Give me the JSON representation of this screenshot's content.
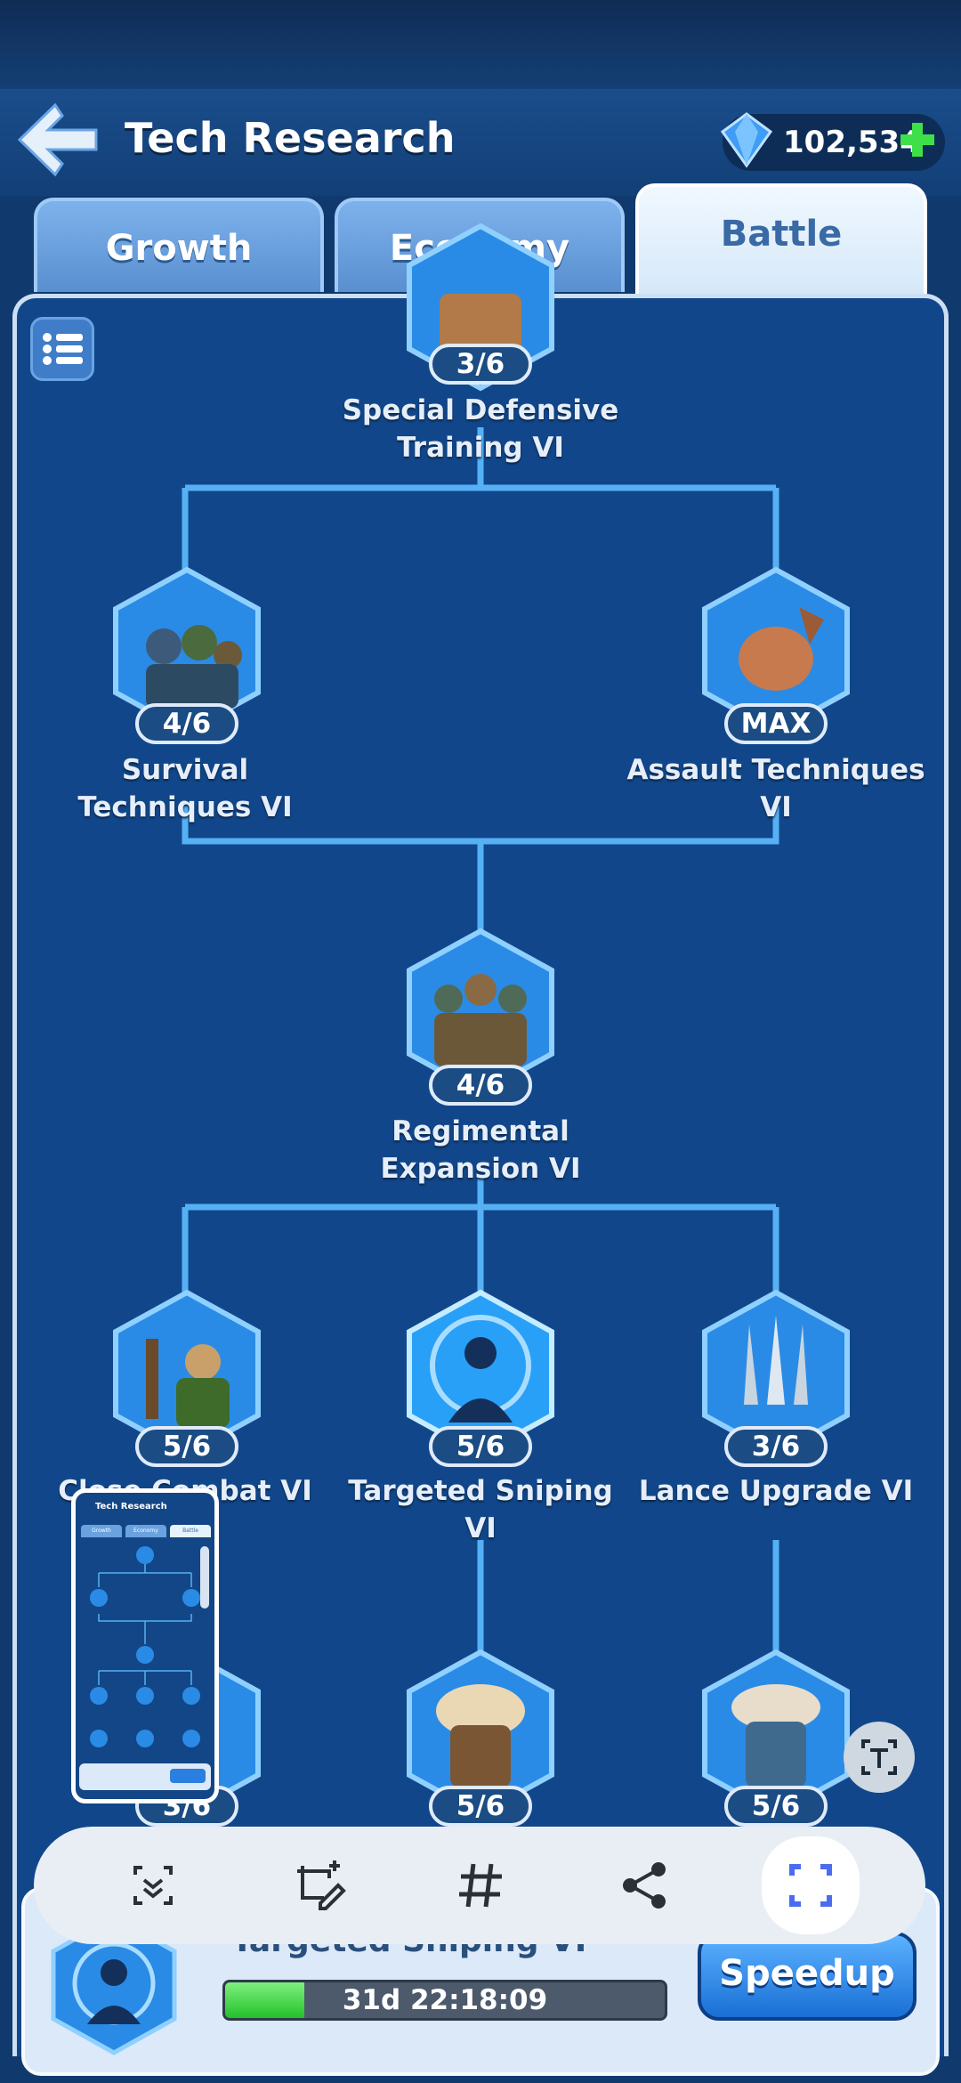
{
  "header": {
    "title": "Tech Research",
    "gems": "102,534"
  },
  "tabs": [
    {
      "label": "Growth"
    },
    {
      "label": "Economy"
    },
    {
      "label": "Battle",
      "active": true
    }
  ],
  "tree": {
    "nodes": [
      {
        "id": "special-defensive-training",
        "name_line1": "Special Defensive",
        "name_line2": "Training VI",
        "level": "3/6"
      },
      {
        "id": "survival-techniques",
        "name_line1": "Survival",
        "name_line2": "Techniques VI",
        "level": "4/6"
      },
      {
        "id": "assault-techniques",
        "name_line1": "Assault Techniques",
        "name_line2": "VI",
        "level": "MAX"
      },
      {
        "id": "regimental-expansion",
        "name_line1": "Regimental",
        "name_line2": "Expansion VI",
        "level": "4/6"
      },
      {
        "id": "close-combat",
        "name_line1": "Close Combat VI",
        "name_line2": "",
        "level": "5/6"
      },
      {
        "id": "targeted-sniping",
        "name_line1": "Targeted Sniping",
        "name_line2": "VI",
        "level": "5/6"
      },
      {
        "id": "lance-upgrade",
        "name_line1": "Lance Upgrade VI",
        "name_line2": "",
        "level": "3/6"
      },
      {
        "id": "bottom-left",
        "name_line1": "",
        "name_line2": "",
        "level": "3/6"
      },
      {
        "id": "bottom-middle",
        "name_line1": "",
        "name_line2": "",
        "level": "5/6"
      },
      {
        "id": "bottom-right",
        "name_line1": "",
        "name_line2": "",
        "level": "5/6"
      }
    ]
  },
  "current_research": {
    "name": "Targeted Sniping VI",
    "timer": "31d 22:18:09",
    "progress": 0.18,
    "speedup_label": "Speedup"
  },
  "thumbnail": {
    "title": "Tech Research",
    "tabs": [
      "Growth",
      "Economy",
      "Battle"
    ]
  },
  "screenshot_toolbar": {
    "tools": [
      "scroll-capture-icon",
      "draw-crop-icon",
      "hashtag-icon",
      "share-icon",
      "expand-select-icon"
    ]
  },
  "colors": {
    "panel": "#11478a",
    "connector": "#56b0f4",
    "active_tab": "#e6f2fc",
    "progress": "#2cc73a"
  }
}
